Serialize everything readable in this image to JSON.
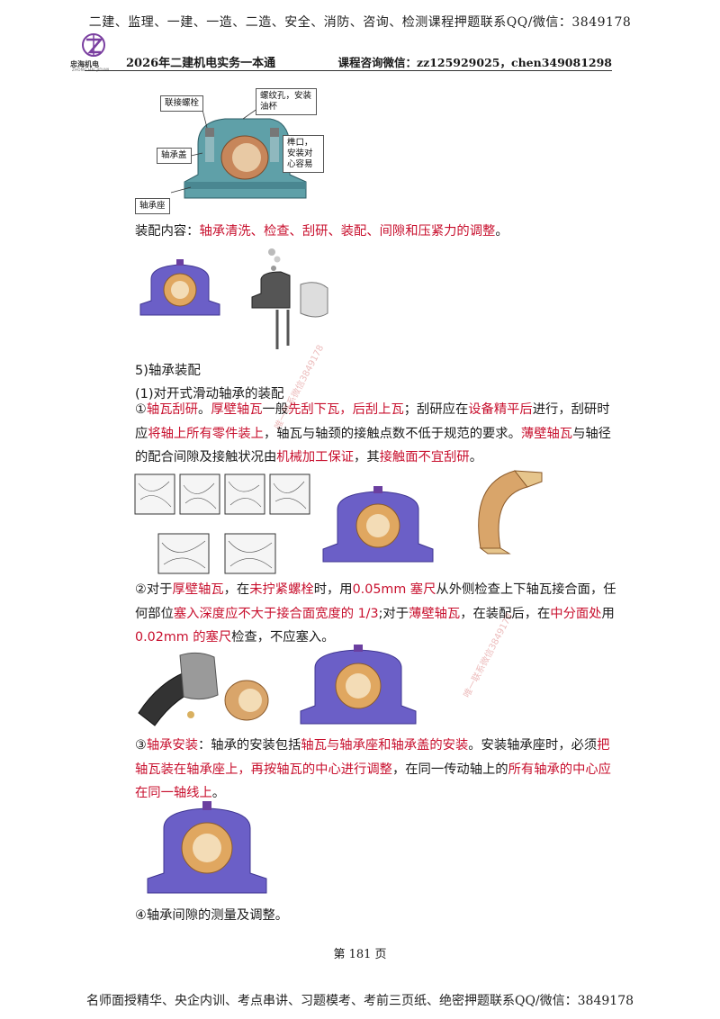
{
  "header": {
    "top_banner": "二建、监理、一建、一造、二造、安全、消防、咨询、检测课程押题联系QQ/微信：3849178",
    "logo_text": "忠海机电",
    "logo_sub": "ZHONG HAI JIDIAN",
    "book_title": "2026年二建机电实务一本通",
    "contact": "课程咨询微信：zz125929025，chen349081298"
  },
  "diagram_labels": {
    "bolt": "联接螺栓",
    "thread_hole": "螺纹孔，安装油杯",
    "cap": "轴承盖",
    "rabbet": "榫口，安装对心容易",
    "seat": "轴承座"
  },
  "content": {
    "assembly_prefix": "装配内容：",
    "assembly_items": "轴承清洗、检查、刮研、装配、间隙和压紧力的调整",
    "assembly_end": "。",
    "section_title": "5)轴承装配",
    "sub_title": "(1)对开式滑动轴承的装配",
    "p1": {
      "s1": "①",
      "s2": "轴瓦刮研",
      "s3": "。",
      "s4": "厚壁轴瓦",
      "s5": "一般",
      "s6": "先刮下瓦，后刮上瓦",
      "s7": "；刮研应在",
      "s8": "设备精平后",
      "s9": "进行，刮研时应",
      "s10": "将轴上所有零件装上",
      "s11": "，轴瓦与轴颈的接触点数不低于规范的要求。",
      "s12": "薄壁轴瓦",
      "s13": "与轴径的配合间隙及接触状况由",
      "s14": "机械加工保证",
      "s15": "，其",
      "s16": "接触面不宜刮研",
      "s17": "。"
    },
    "p2": {
      "s1": "②对于",
      "s2": "厚壁轴瓦",
      "s3": "，在",
      "s4": "未拧紧螺栓",
      "s5": "时，用",
      "s6": "0.05mm 塞尺",
      "s7": "从外侧检查上下轴瓦接合面，任何部位",
      "s8": "塞入深度应不大于接合面宽度的 1/3",
      "s9": ";对于",
      "s10": "薄壁轴瓦",
      "s11": "，在装配后，在",
      "s12": "中分面处",
      "s13": "用",
      "s14": "0.02mm 的塞尺",
      "s15": "检查，不应塞入。"
    },
    "p3": {
      "s1": "③",
      "s2": "轴承安装",
      "s3": "：轴承的安装包括",
      "s4": "轴瓦与轴承座和轴承盖的安装",
      "s5": "。安装轴承座时，必须",
      "s6": "把轴瓦装在轴承座上，再按轴瓦的中心进行调整",
      "s7": "，在同一传动轴上的",
      "s8": "所有轴承的中心应在同一轴线上",
      "s9": "。"
    },
    "p4": "④轴承间隙的测量及调整。"
  },
  "watermarks": {
    "w1": "唯一联系微信3849178",
    "w2": "唯一联系微信3849178"
  },
  "footer": {
    "page": "第 181 页",
    "bottom_banner": "名师面授精华、央企内训、考点串讲、习题模考、考前三页纸、绝密押题联系QQ/微信：3849178"
  },
  "colors": {
    "highlight": "#c8102e",
    "bearing_body": "#6b5fc7",
    "bushing": "#d9a56a",
    "diagram_body": "#5fa0a8"
  }
}
